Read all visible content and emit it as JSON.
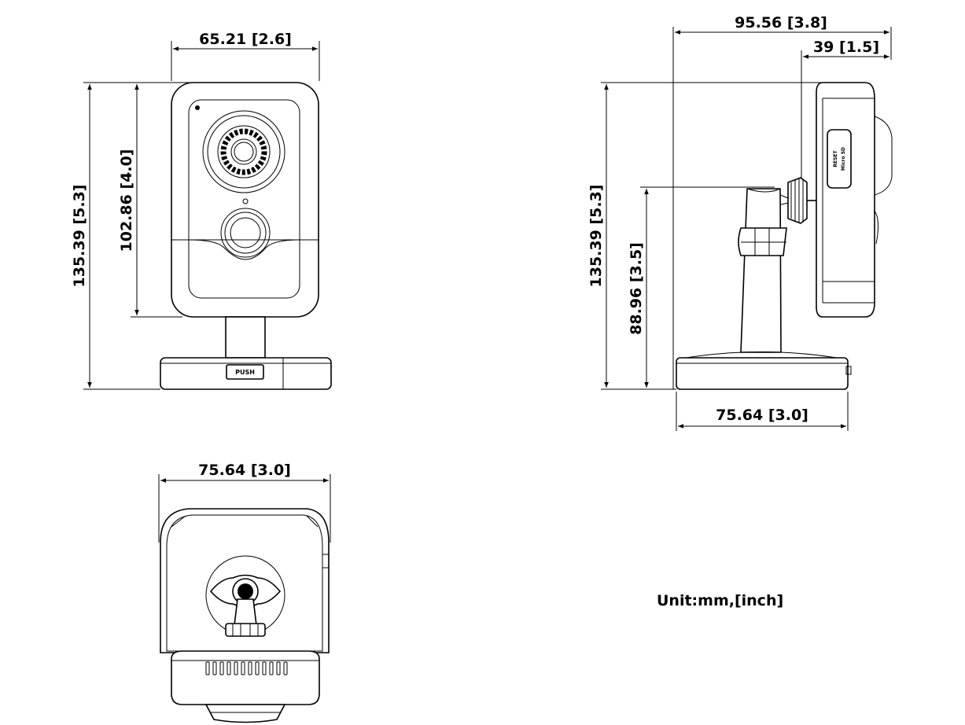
{
  "views": {
    "front": {
      "width_label": "65.21 [2.6]",
      "body_height_label": "102.86 [4.0]",
      "total_height_label": "135.39 [5.3]",
      "push_label": "PUSH"
    },
    "side": {
      "depth_label": "95.56 [3.8]",
      "offset_label": "39 [1.5]",
      "total_height_label": "135.39 [5.3]",
      "mount_height_label": "88.96 [3.5]",
      "base_width_label": "75.64 [3.0]",
      "reset_label": "RESET",
      "sd_label": "Micro SD"
    },
    "bottom": {
      "width_label": "75.64 [3.0]"
    }
  },
  "unit_label": "Unit:mm,[inch]"
}
